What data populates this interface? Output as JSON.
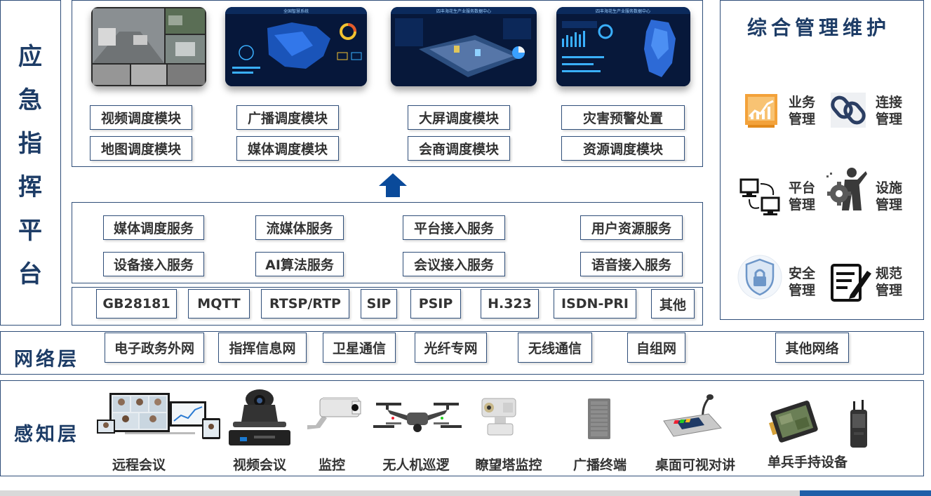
{
  "platform_title": [
    "应",
    "急",
    "指",
    "挥",
    "平",
    "台"
  ],
  "modules": [
    "视频调度模块",
    "地图调度模块",
    "广播调度模块",
    "媒体调度模块",
    "大屏调度模块",
    "会商调度模块",
    "灾害预警处置",
    "资源调度模块"
  ],
  "screens": [
    {
      "name": "video-wall",
      "caption": ""
    },
    {
      "name": "map-dashboard",
      "caption": "全国智慧系统"
    },
    {
      "name": "3d-dashboard",
      "caption": "四丰海花生产业服务数据中心"
    },
    {
      "name": "province-dashboard",
      "caption": "四丰海花生产业服务数据中心"
    }
  ],
  "services": [
    "媒体调度服务",
    "流媒体服务",
    "平台接入服务",
    "用户资源服务",
    "设备接入服务",
    "AI算法服务",
    "会议接入服务",
    "语音接入服务"
  ],
  "protocols": [
    "GB28181",
    "MQTT",
    "RTSP/RTP",
    "SIP",
    "PSIP",
    "H.323",
    "ISDN-PRI",
    "其他"
  ],
  "management": {
    "title": "综合管理维护",
    "items": [
      {
        "icon": "chart-monitor-icon",
        "label": "业务管理"
      },
      {
        "icon": "chain-link-icon",
        "label": "连接管理"
      },
      {
        "icon": "network-computers-icon",
        "label": "平台管理"
      },
      {
        "icon": "gear-person-icon",
        "label": "设施管理"
      },
      {
        "icon": "shield-lock-icon",
        "label": "安全管理"
      },
      {
        "icon": "document-pen-icon",
        "label": "规范管理"
      }
    ]
  },
  "network": {
    "title": "网络层",
    "items": [
      "电子政务外网",
      "指挥信息网",
      "卫星通信",
      "光纤专网",
      "无线通信",
      "自组网",
      "其他网络"
    ]
  },
  "perception": {
    "title": "感知层",
    "devices": [
      {
        "icon": "remote-meeting-icon",
        "label": "远程会议"
      },
      {
        "icon": "video-conference-icon",
        "label": "视频会议"
      },
      {
        "icon": "surveillance-camera-icon",
        "label": "监控"
      },
      {
        "icon": "drone-icon",
        "label": "无人机巡逻"
      },
      {
        "icon": "tower-camera-icon",
        "label": "瞭望塔监控"
      },
      {
        "icon": "broadcast-terminal-icon",
        "label": "广播终端"
      },
      {
        "icon": "desktop-intercom-icon",
        "label": "桌面可视对讲"
      },
      {
        "icon": "handheld-device-icon",
        "label": "单兵手持设备"
      }
    ]
  },
  "colors": {
    "primary": "#1d3c66",
    "frame": "#2f4e79",
    "arrow": "#0a4a9a",
    "accent": "#1f5fa8"
  }
}
